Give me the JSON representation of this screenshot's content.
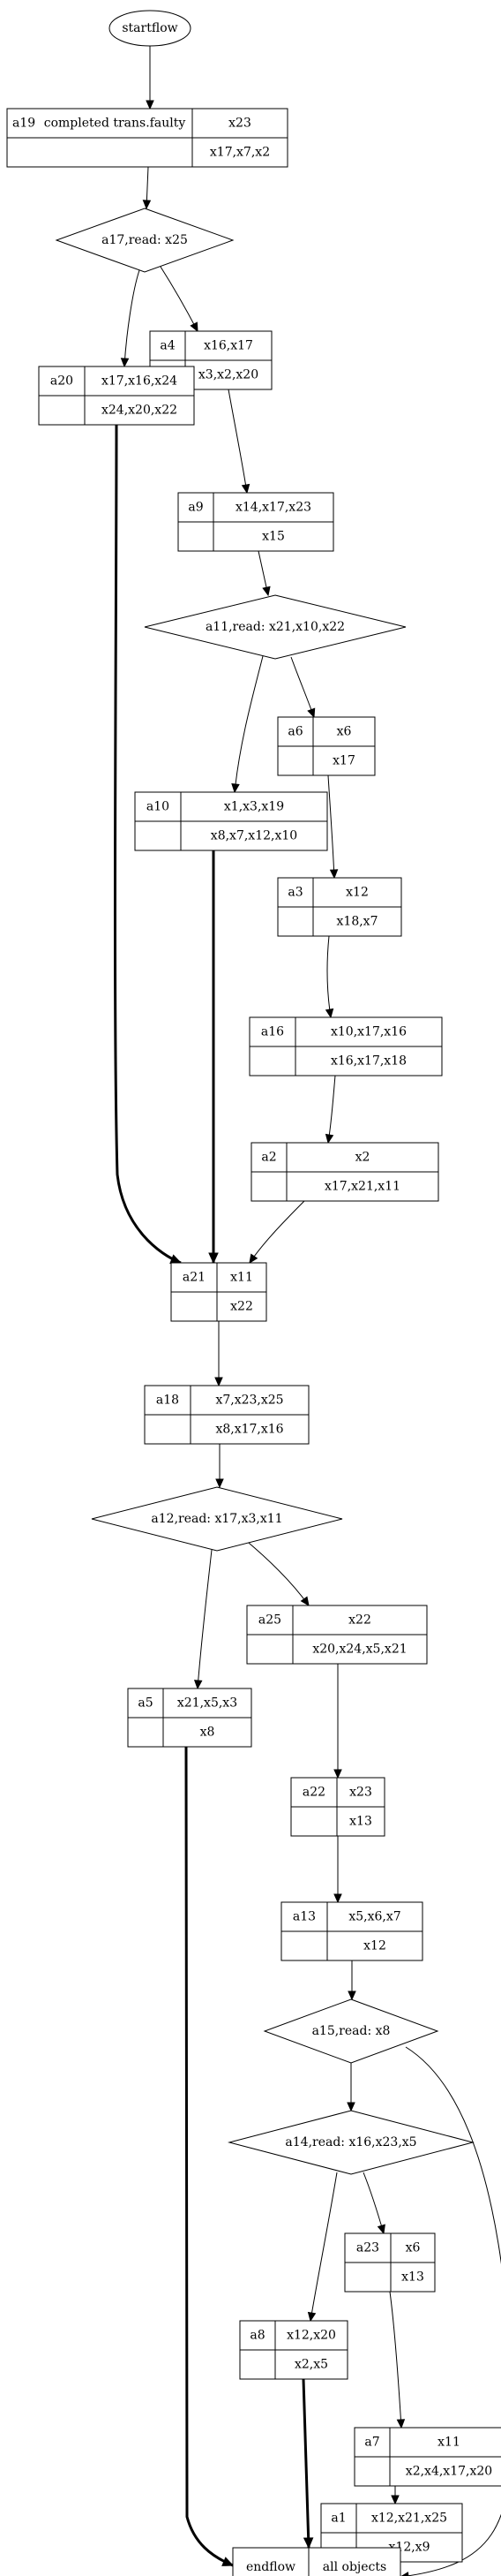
{
  "nodes": {
    "start": {
      "shape": "ellipse",
      "label": "startflow"
    },
    "a19": {
      "shape": "record",
      "id": "a19",
      "label": "completed trans.faulty",
      "top": "x23",
      "bottom": "x17,x7,x2"
    },
    "d_a17": {
      "shape": "diamond",
      "label": "a17,read: x25"
    },
    "a4": {
      "shape": "record",
      "id": "a4",
      "top": "x16,x17",
      "bottom": "x3,x2,x20"
    },
    "a20": {
      "shape": "record",
      "id": "a20",
      "top": "x17,x16,x24",
      "bottom": "x24,x20,x22"
    },
    "a9": {
      "shape": "record",
      "id": "a9",
      "top": "x14,x17,x23",
      "bottom": "x15"
    },
    "d_a11": {
      "shape": "diamond",
      "label": "a11,read: x21,x10,x22"
    },
    "a6": {
      "shape": "record",
      "id": "a6",
      "top": "x6",
      "bottom": "x17"
    },
    "a10": {
      "shape": "record",
      "id": "a10",
      "top": "x1,x3,x19",
      "bottom": "x8,x7,x12,x10"
    },
    "a3": {
      "shape": "record",
      "id": "a3",
      "top": "x12",
      "bottom": "x18,x7"
    },
    "a16": {
      "shape": "record",
      "id": "a16",
      "top": "x10,x17,x16",
      "bottom": "x16,x17,x18"
    },
    "a2": {
      "shape": "record",
      "id": "a2",
      "top": "x2",
      "bottom": "x17,x21,x11"
    },
    "a21": {
      "shape": "record",
      "id": "a21",
      "top": "x11",
      "bottom": "x22"
    },
    "a18": {
      "shape": "record",
      "id": "a18",
      "top": "x7,x23,x25",
      "bottom": "x8,x17,x16"
    },
    "d_a12": {
      "shape": "diamond",
      "label": "a12,read: x17,x3,x11"
    },
    "a25": {
      "shape": "record",
      "id": "a25",
      "top": "x22",
      "bottom": "x20,x24,x5,x21"
    },
    "a5": {
      "shape": "record",
      "id": "a5",
      "top": "x21,x5,x3",
      "bottom": "x8"
    },
    "a22": {
      "shape": "record",
      "id": "a22",
      "top": "x23",
      "bottom": "x13"
    },
    "a13": {
      "shape": "record",
      "id": "a13",
      "top": "x5,x6,x7",
      "bottom": "x12"
    },
    "d_a15": {
      "shape": "diamond",
      "label": "a15,read: x8"
    },
    "d_a14": {
      "shape": "diamond",
      "label": "a14,read: x16,x23,x5"
    },
    "a23": {
      "shape": "record",
      "id": "a23",
      "top": "x6",
      "bottom": "x13"
    },
    "a8": {
      "shape": "record",
      "id": "a8",
      "top": "x12,x20",
      "bottom": "x2,x5"
    },
    "a7": {
      "shape": "record",
      "id": "a7",
      "top": "x11",
      "bottom": "x2,x4,x17,x20"
    },
    "a1": {
      "shape": "record",
      "id": "a1",
      "top": "x12,x21,x25",
      "bottom": "x12,x9"
    },
    "end": {
      "shape": "split",
      "left": "endflow",
      "right": "all objects"
    }
  },
  "edges": [
    {
      "from": "start",
      "to": "a19",
      "bold": false
    },
    {
      "from": "a19",
      "to": "d_a17",
      "bold": false
    },
    {
      "from": "d_a17",
      "to": "a20",
      "bold": false
    },
    {
      "from": "d_a17",
      "to": "a4",
      "bold": false
    },
    {
      "from": "a4",
      "to": "a9",
      "bold": false
    },
    {
      "from": "a9",
      "to": "d_a11",
      "bold": false
    },
    {
      "from": "d_a11",
      "to": "a10",
      "bold": false
    },
    {
      "from": "d_a11",
      "to": "a6",
      "bold": false
    },
    {
      "from": "a6",
      "to": "a3",
      "bold": false
    },
    {
      "from": "a3",
      "to": "a16",
      "bold": false
    },
    {
      "from": "a16",
      "to": "a2",
      "bold": false
    },
    {
      "from": "a20",
      "to": "a21",
      "bold": true
    },
    {
      "from": "a10",
      "to": "a21",
      "bold": true
    },
    {
      "from": "a2",
      "to": "a21",
      "bold": false
    },
    {
      "from": "a21",
      "to": "a18",
      "bold": false
    },
    {
      "from": "a18",
      "to": "d_a12",
      "bold": false
    },
    {
      "from": "d_a12",
      "to": "a5",
      "bold": false
    },
    {
      "from": "d_a12",
      "to": "a25",
      "bold": false
    },
    {
      "from": "a25",
      "to": "a22",
      "bold": false
    },
    {
      "from": "a22",
      "to": "a13",
      "bold": false
    },
    {
      "from": "a13",
      "to": "d_a15",
      "bold": false
    },
    {
      "from": "d_a15",
      "to": "d_a14",
      "bold": false
    },
    {
      "from": "d_a15",
      "to": "end",
      "bold": false
    },
    {
      "from": "d_a14",
      "to": "a8",
      "bold": false
    },
    {
      "from": "d_a14",
      "to": "a23",
      "bold": false
    },
    {
      "from": "a23",
      "to": "a7",
      "bold": false
    },
    {
      "from": "a7",
      "to": "a1",
      "bold": false
    },
    {
      "from": "a5",
      "to": "end",
      "bold": true
    },
    {
      "from": "a8",
      "to": "end",
      "bold": true
    },
    {
      "from": "a1",
      "to": "end",
      "bold": true
    }
  ]
}
